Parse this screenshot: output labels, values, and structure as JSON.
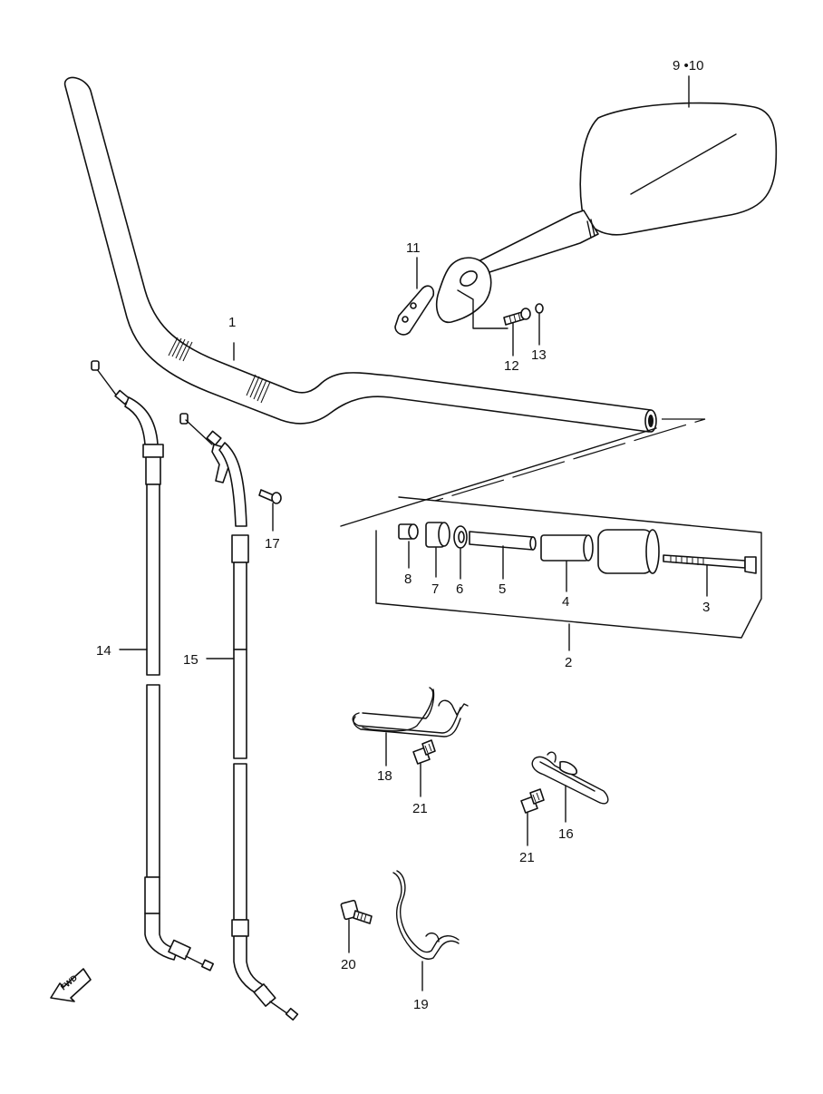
{
  "labels": {
    "p1": "1",
    "p2": "2",
    "p3": "3",
    "p4": "4",
    "p5": "5",
    "p6": "6",
    "p7": "7",
    "p8": "8",
    "p9_10": "9 •10",
    "p11": "11",
    "p12": "12",
    "p13": "13",
    "p14": "14",
    "p15": "15",
    "p16": "16",
    "p17": "17",
    "p18": "18",
    "p19": "19",
    "p20": "20",
    "p21a": "21",
    "p21b": "21"
  },
  "fwd_marker": "FWD",
  "icons": {
    "fwd": "forward-arrow-icon"
  }
}
